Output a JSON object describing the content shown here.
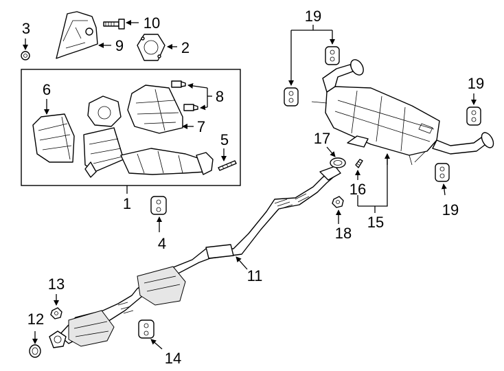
{
  "diagram": {
    "callouts": {
      "c1": "1",
      "c2": "2",
      "c3": "3",
      "c4": "4",
      "c5": "5",
      "c6": "6",
      "c7": "7",
      "c8": "8",
      "c9": "9",
      "c10": "10",
      "c11": "11",
      "c12": "12",
      "c13": "13",
      "c14": "14",
      "c15": "15",
      "c16": "16",
      "c17": "17",
      "c18": "18",
      "c19a": "19",
      "c19b": "19",
      "c19c": "19"
    }
  }
}
